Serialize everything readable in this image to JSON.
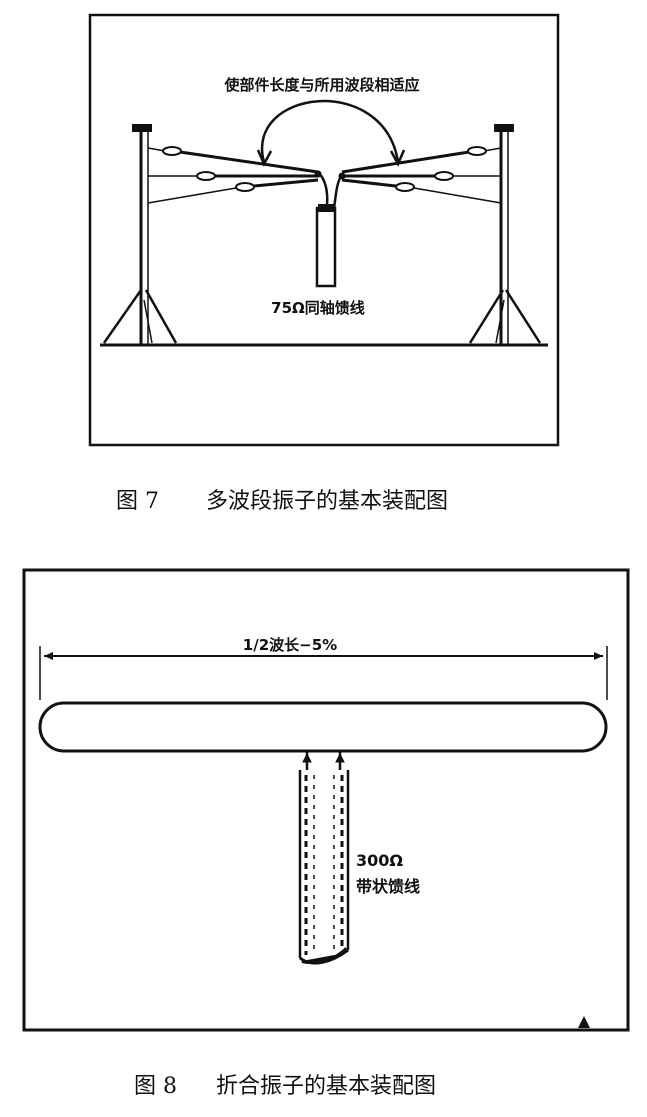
{
  "figure7": {
    "annotation": "使部件长度与所用波段相适应",
    "feed_label": "75Ω同轴馈线",
    "caption_number": "图 7",
    "caption_title": "多波段振子的基本装配图"
  },
  "figure8": {
    "dimension_label": "1/2波长−5%",
    "feed_impedance": "300Ω",
    "feed_label": "带状馈线",
    "caption_number": "图 8",
    "caption_title": "折合振子的基本装配图"
  }
}
